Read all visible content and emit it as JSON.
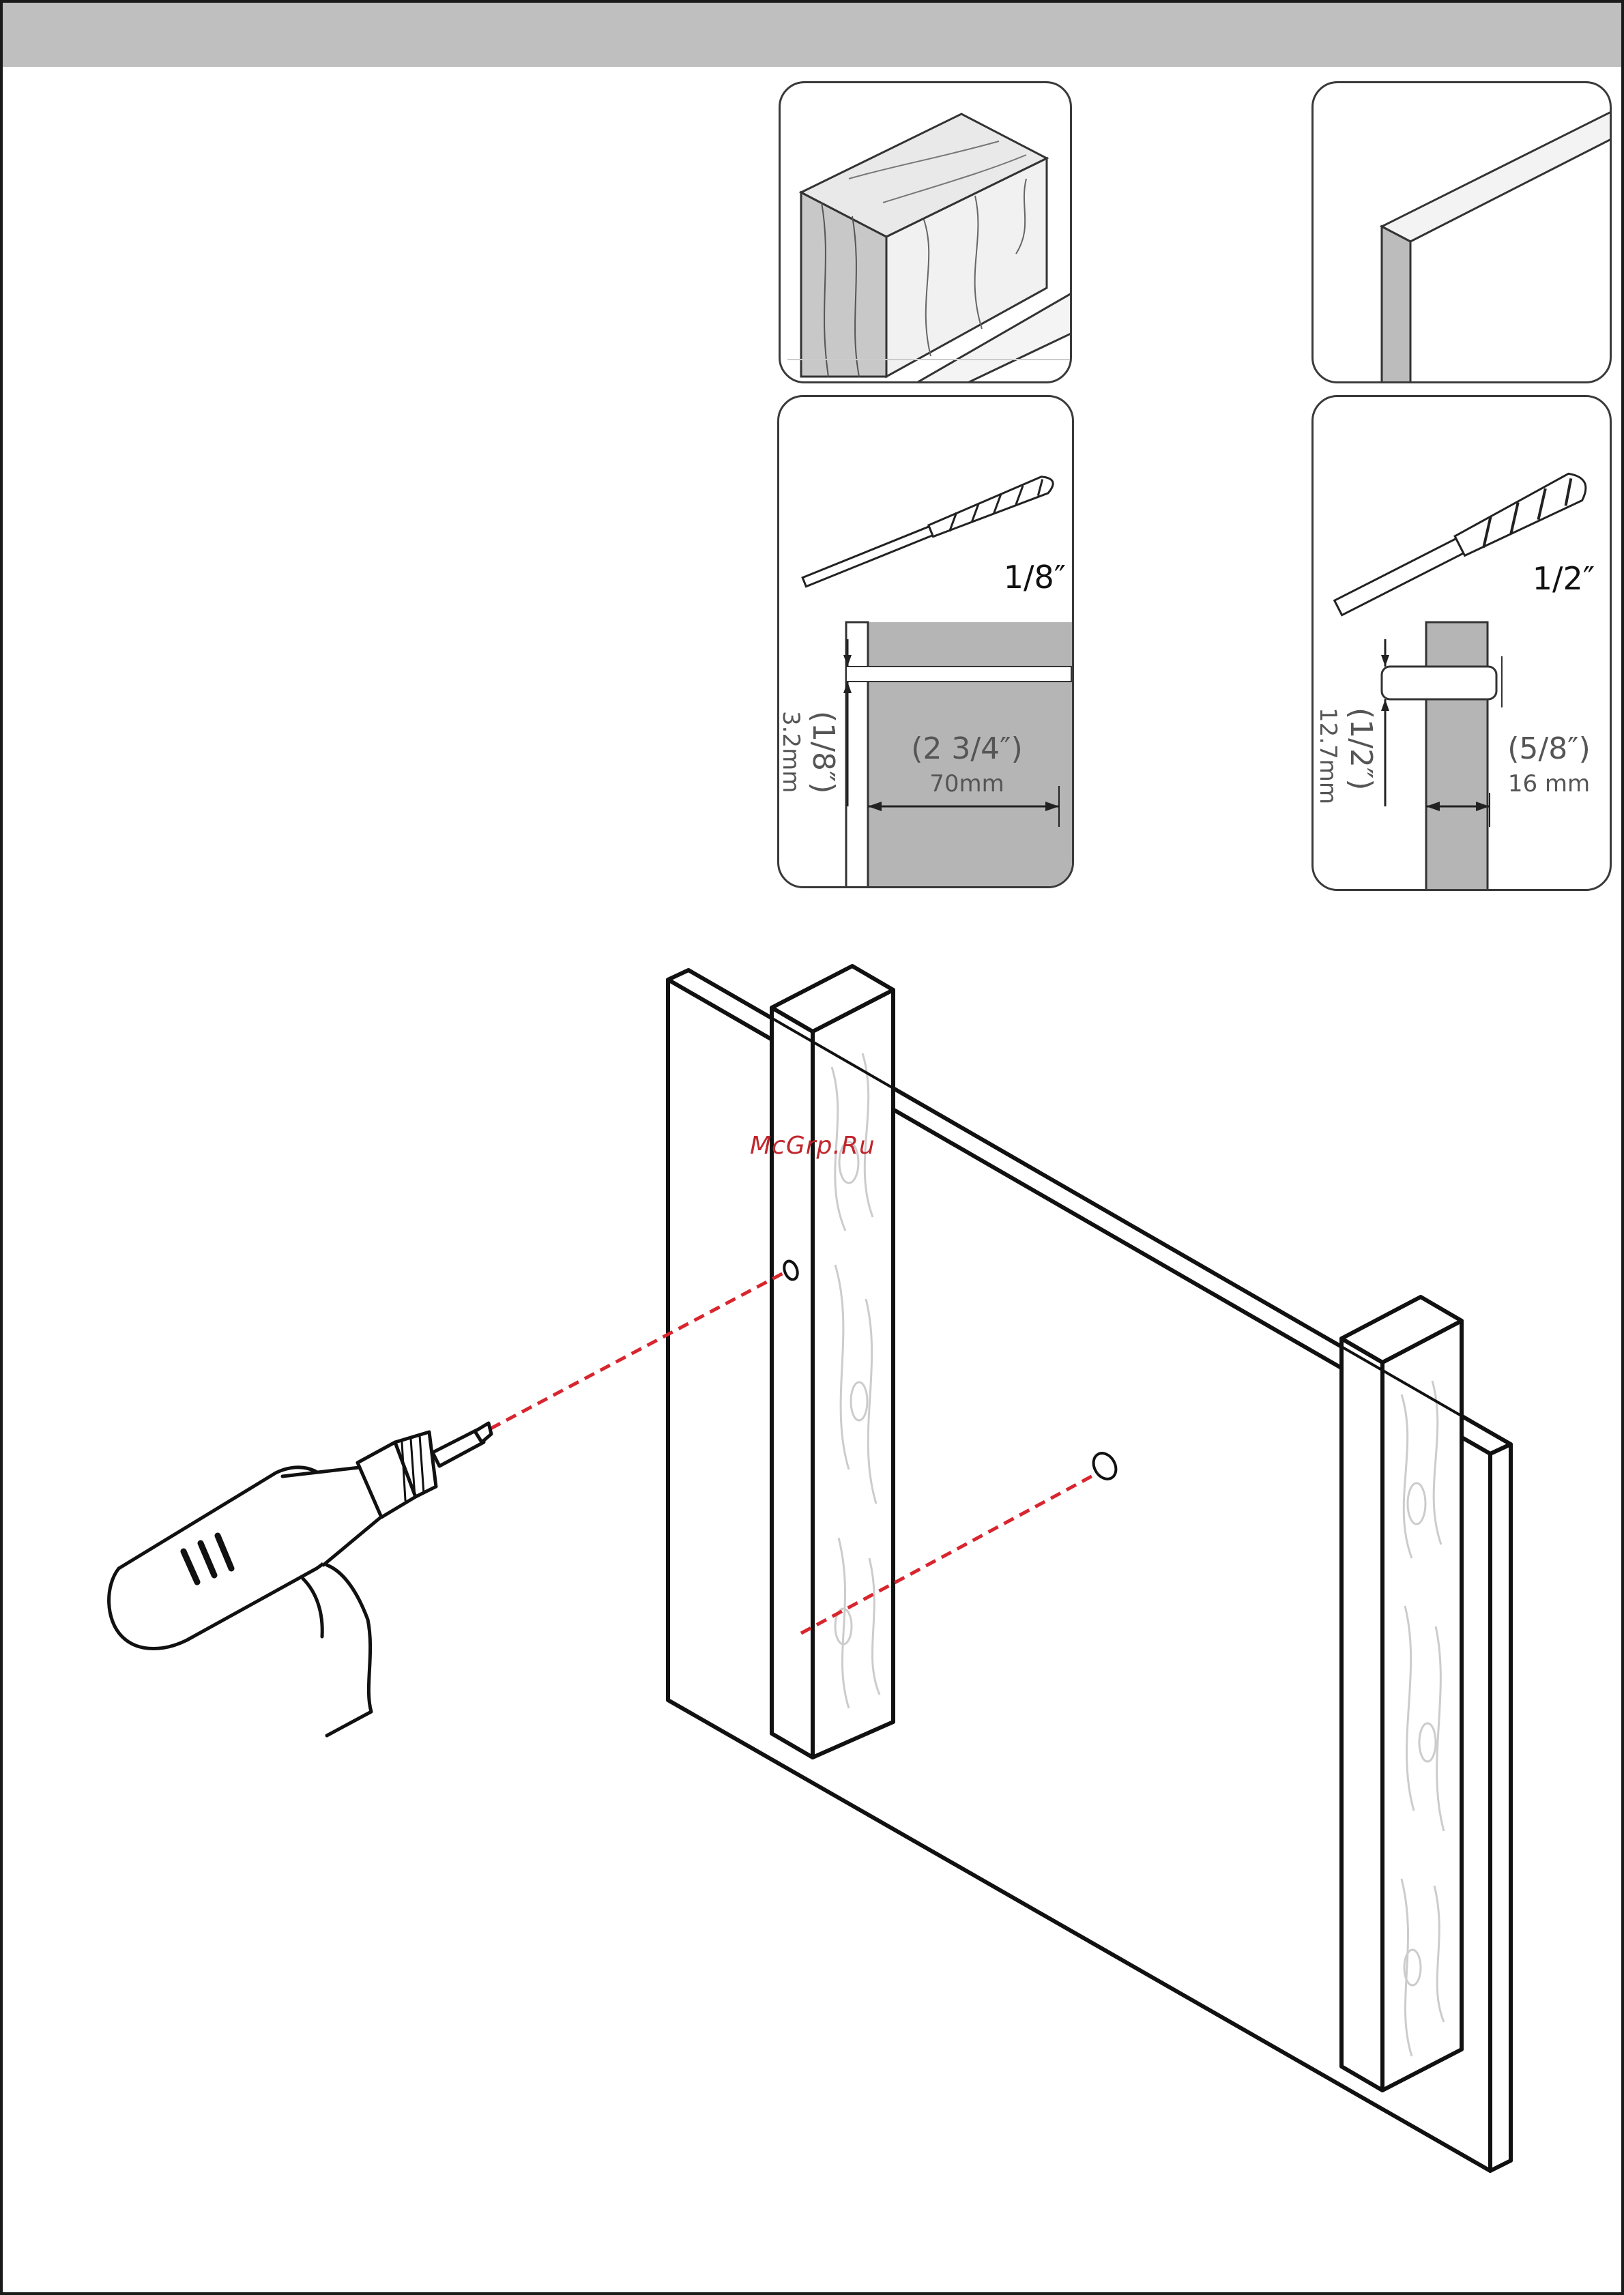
{
  "panels": {
    "bit_small": {
      "size_label": "1/8″",
      "depth_label": "(2 3/4″)",
      "depth_metric": "70mm",
      "diameter_label": "(1/8″)",
      "diameter_metric": "3.2mm"
    },
    "bit_large": {
      "size_label": "1/2″",
      "depth_label": "(5/8″)",
      "depth_metric": "16 mm",
      "diameter_label": "(1/2″)",
      "diameter_metric": "12.7mm"
    }
  },
  "watermark": "McGrp.Ru",
  "colors": {
    "header": "#bfbfbf",
    "guide_line": "#d8252e",
    "wood_fill": "#b5b5b5"
  }
}
